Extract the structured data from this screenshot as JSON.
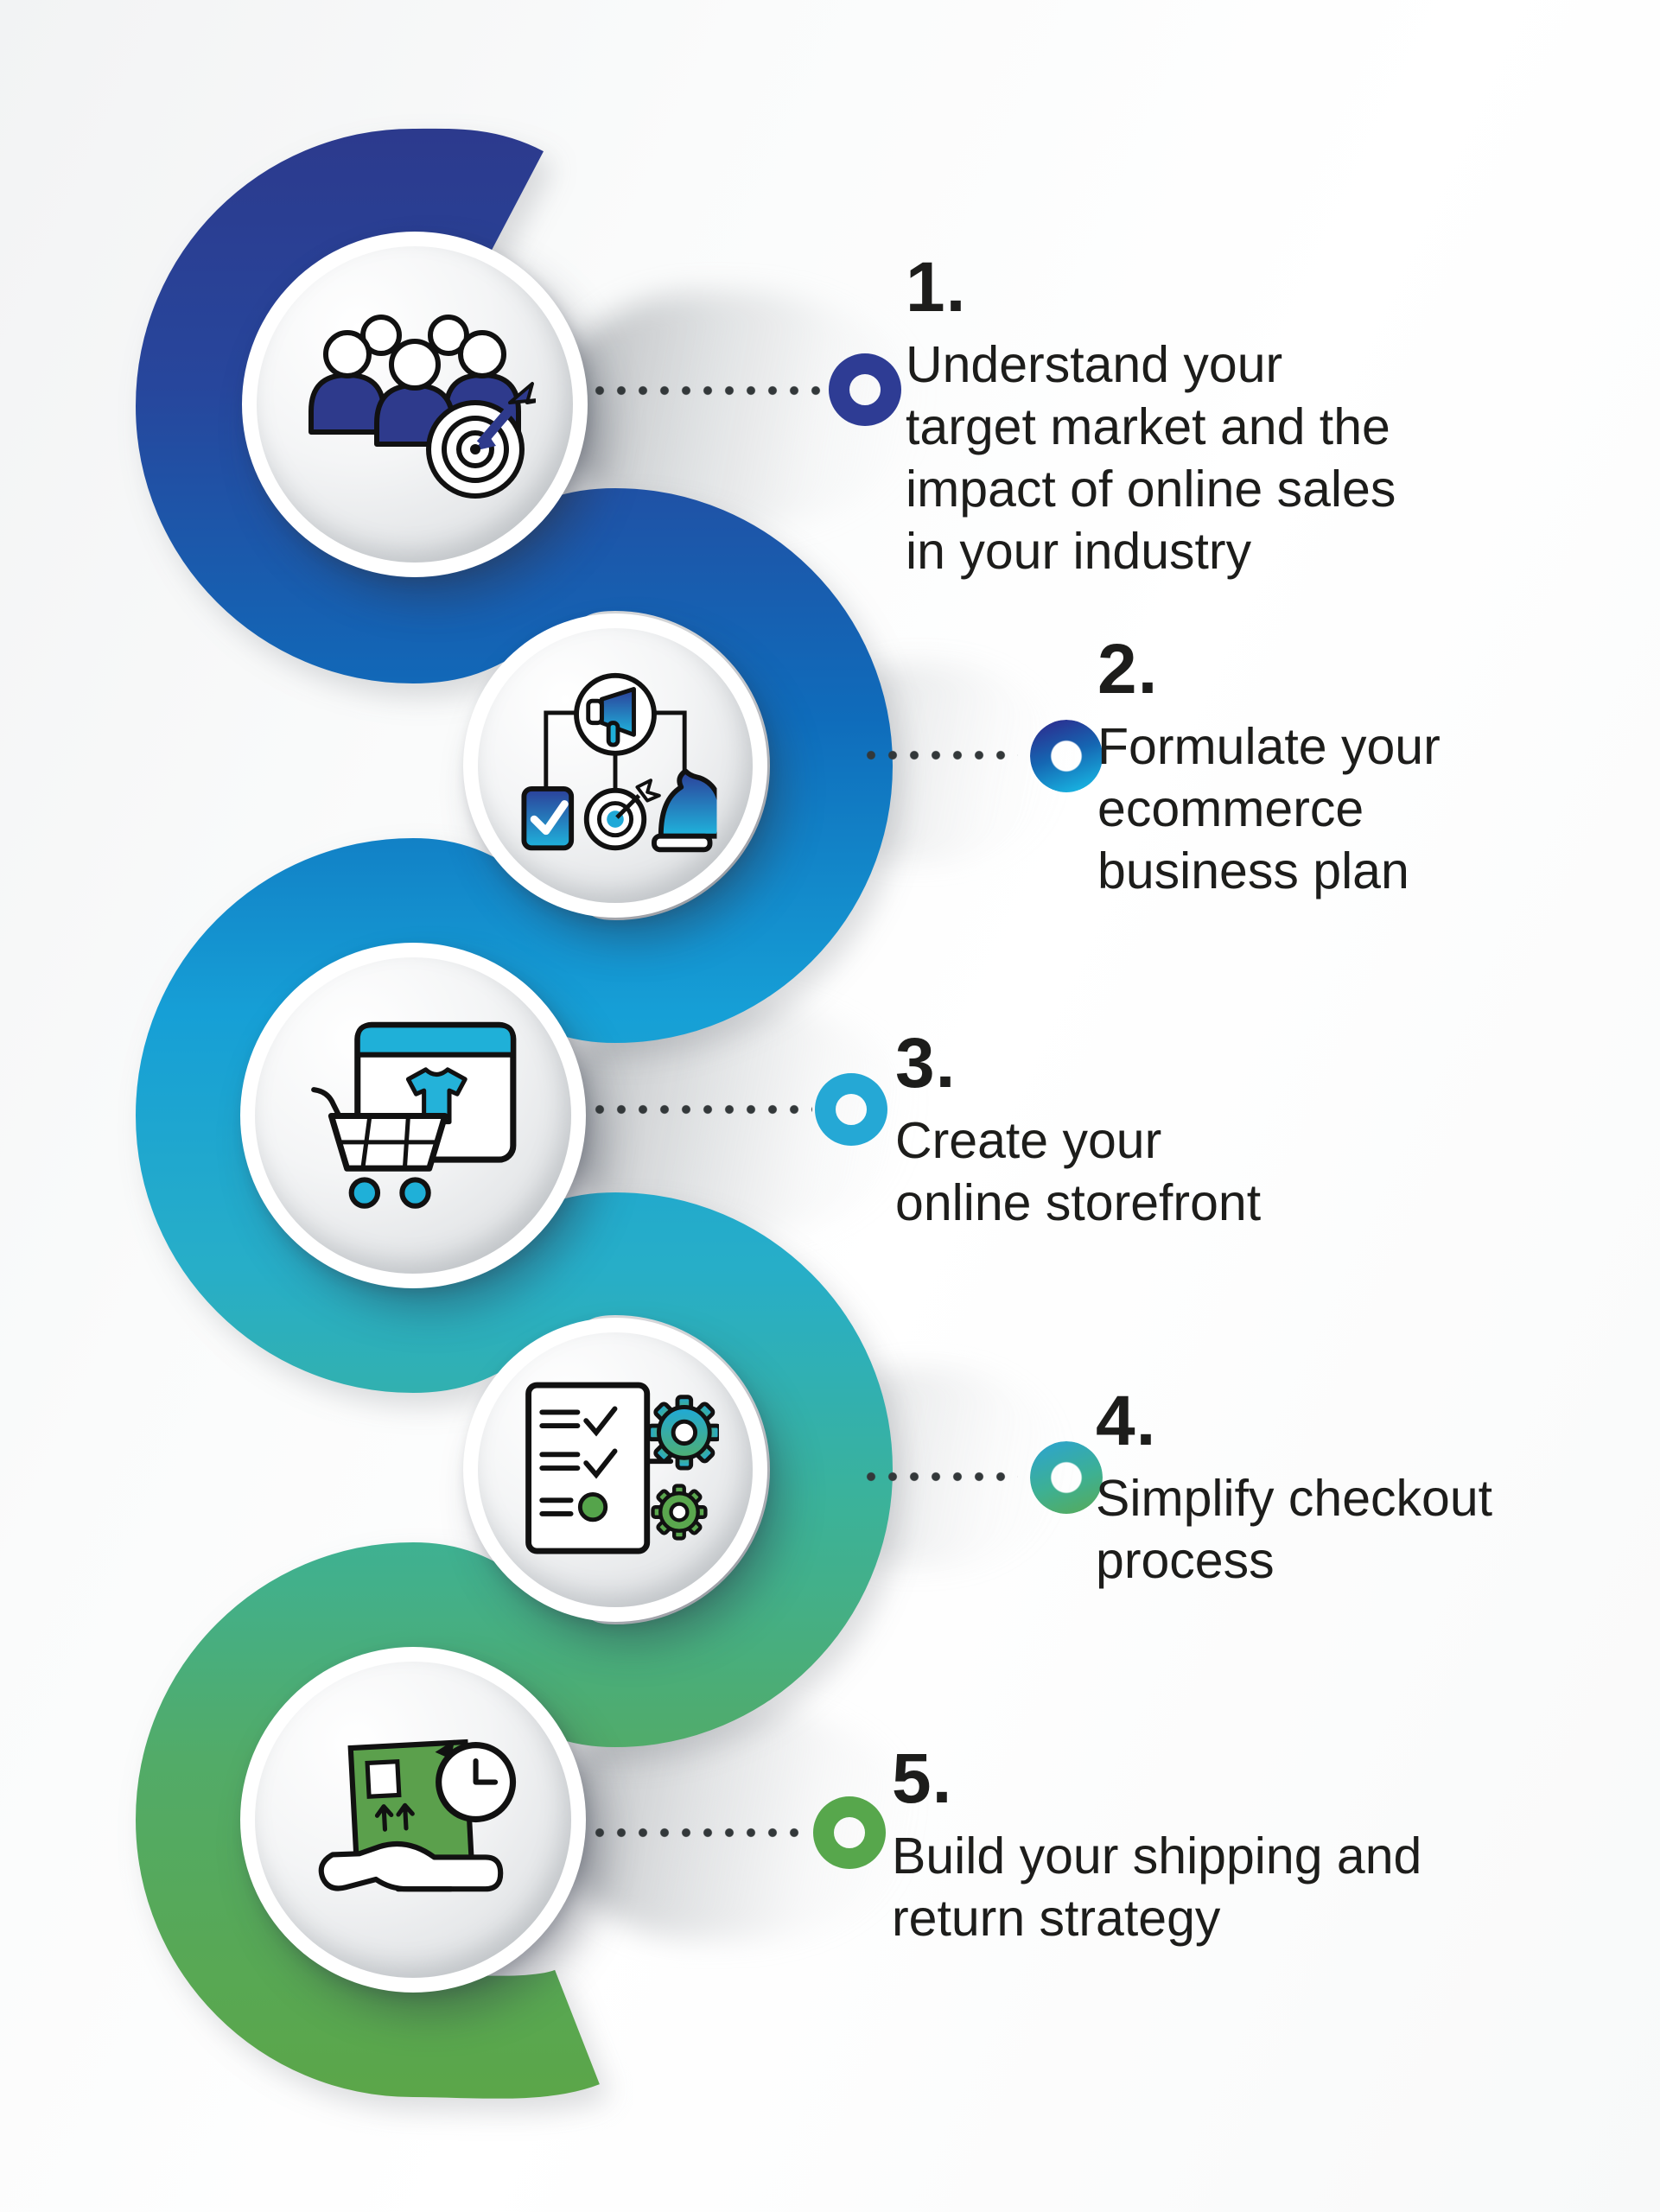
{
  "title": "Five steps to build an ecommerce business infographic",
  "steps": [
    {
      "number": "1.",
      "lines": [
        "Understand your",
        "target market and the",
        "impact of online sales",
        "in your industry"
      ],
      "icon": "target-audience-icon",
      "marker_color": "#2e3c94"
    },
    {
      "number": "2.",
      "lines": [
        "Formulate your",
        "ecommerce",
        "business plan"
      ],
      "icon": "business-plan-icon",
      "marker_color_top": "#2b2f90",
      "marker_color_bottom": "#18b5e2"
    },
    {
      "number": "3.",
      "lines": [
        "Create your",
        "online storefront"
      ],
      "icon": "online-storefront-icon",
      "marker_color": "#25a8d5"
    },
    {
      "number": "4.",
      "lines": [
        "Simplify checkout",
        "process"
      ],
      "icon": "checkout-process-icon",
      "marker_color_top": "#2da4cd",
      "marker_color_bottom": "#55ab5e"
    },
    {
      "number": "5.",
      "lines": [
        "Build your shipping and",
        "return strategy"
      ],
      "icon": "shipping-return-icon",
      "marker_color": "#57a74c"
    }
  ],
  "colors": {
    "ribbon_navy": "#2c3a8d",
    "ribbon_blue": "#0f6cbb",
    "ribbon_cyan": "#169fd6",
    "ribbon_teal": "#3bb29a",
    "ribbon_green": "#5ba649",
    "icon_navy": "#2e3a8c",
    "icon_cyan": "#1fb0d8",
    "icon_green": "#55a44b",
    "text": "#1d1d1b",
    "dot": "#33383a"
  }
}
